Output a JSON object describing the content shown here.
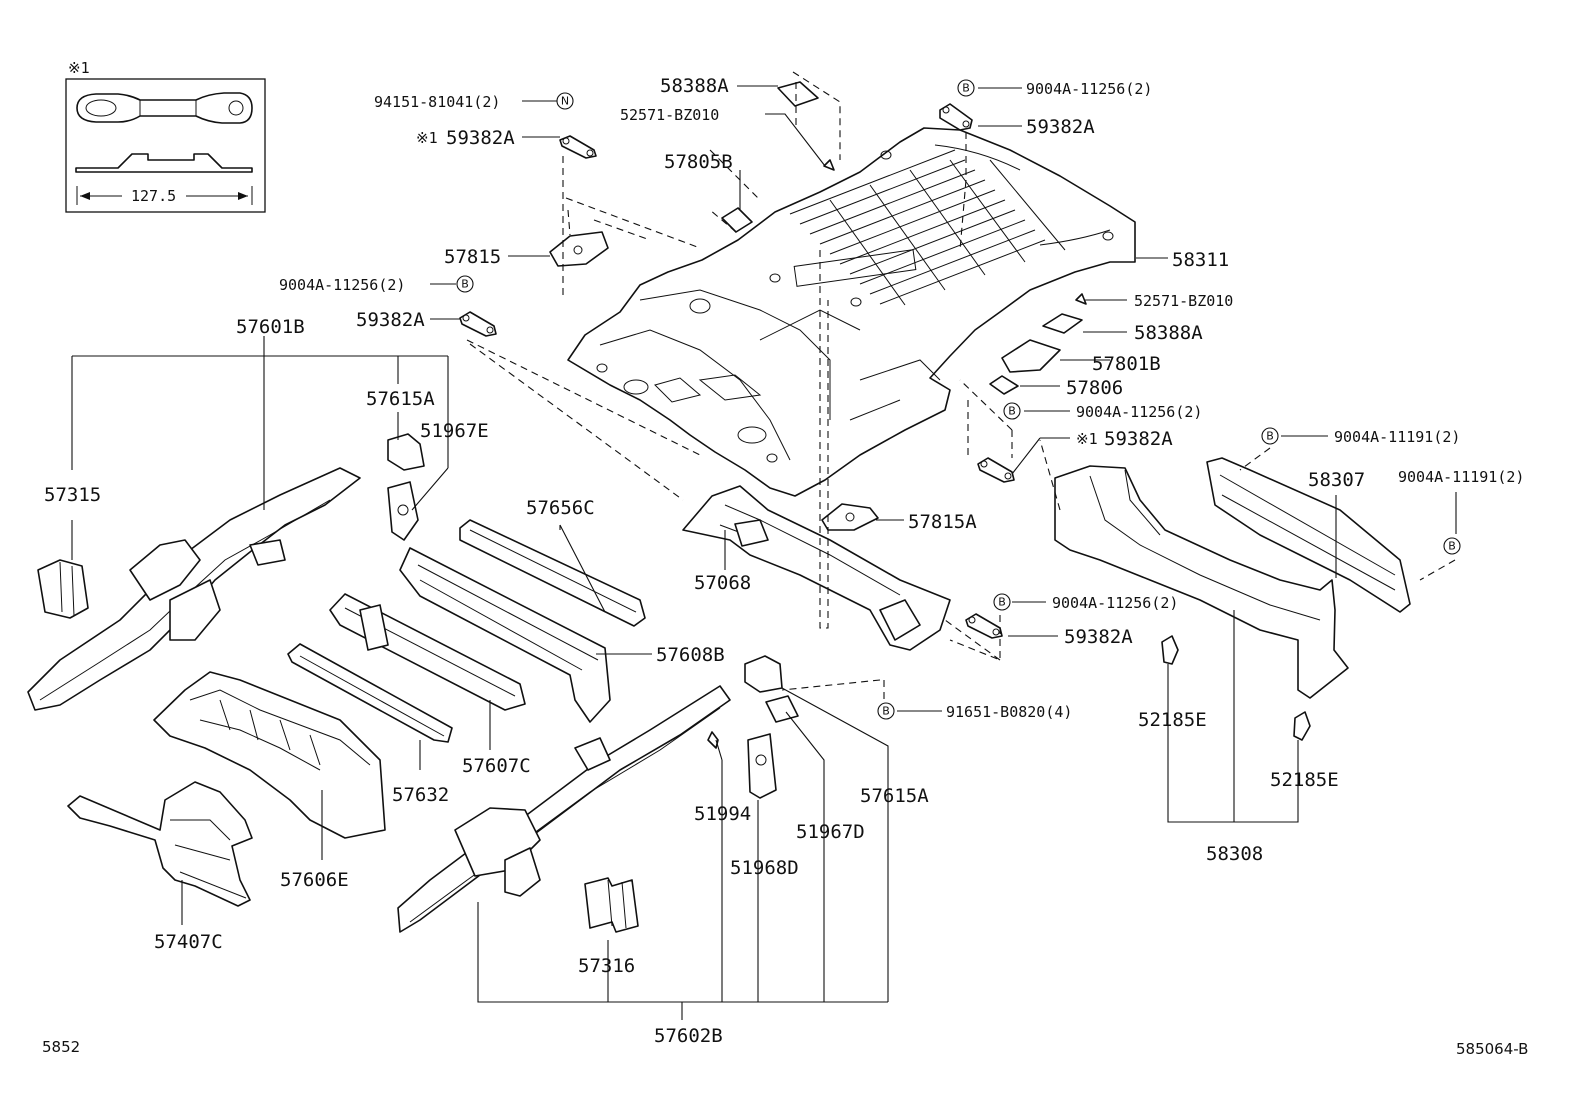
{
  "inset": {
    "mark": "※1",
    "dimension": "127.5"
  },
  "codes": {
    "bolt_b": "B",
    "nut_n": "N"
  },
  "labels": {
    "p94151": "94151-81041(2)",
    "p59382a_star_top": "59382A",
    "star_top": "※1",
    "p58388a_top": "58388A",
    "p52571_top": "52571-BZ010",
    "p57805b": "57805B",
    "p9004a_top_right": "9004A-11256(2)",
    "p59382a_top_right": "59382A",
    "p58311": "58311",
    "p57815": "57815",
    "p9004a_left": "9004A-11256(2)",
    "p59382a_left": "59382A",
    "p52571_right": "52571-BZ010",
    "p58388a_right": "58388A",
    "p57801b": "57801B",
    "p57806": "57806",
    "p9004a_mid_right": "9004A-11256(2)",
    "star_mid_right": "※1",
    "p59382a_mid_right": "59382A",
    "p9004a_11191_a": "9004A-11191(2)",
    "p9004a_11191_b": "9004A-11191(2)",
    "p58307": "58307",
    "p57601b": "57601B",
    "p57615a_top": "57615A",
    "p51967e": "51967E",
    "p57315": "57315",
    "p57656c": "57656C",
    "p57068": "57068",
    "p57815a": "57815A",
    "p9004a_lower_mid": "9004A-11256(2)",
    "p59382a_lower_mid": "59382A",
    "p57608b": "57608B",
    "p91651": "91651-B0820(4)",
    "p52185e_left": "52185E",
    "p52185e_right": "52185E",
    "p57607c": "57607C",
    "p57632": "57632",
    "p51994": "51994",
    "p57615a_bottom": "57615A",
    "p51967d": "51967D",
    "p51968d": "51968D",
    "p57606e": "57606E",
    "p57407c": "57407C",
    "p58308": "58308",
    "p57316": "57316",
    "p57602b": "57602B"
  },
  "footer": {
    "left_code": "5852",
    "right_code": "585064-B"
  }
}
